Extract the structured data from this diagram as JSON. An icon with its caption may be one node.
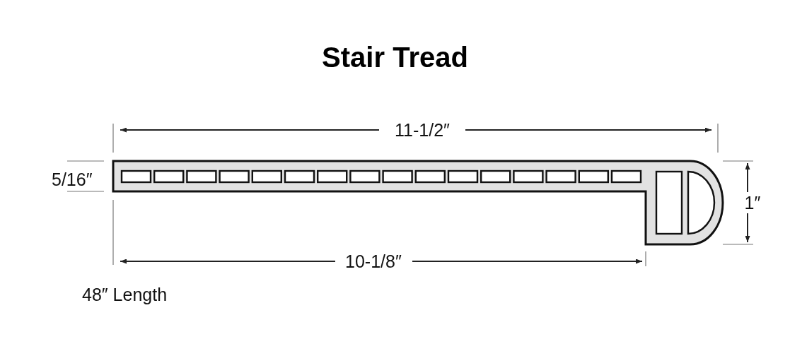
{
  "diagram": {
    "title": "Stair Tread",
    "labels": [
      "11-1/2″",
      "5/16″",
      "1″",
      "10-1/8″",
      "48″ Length"
    ]
  }
}
